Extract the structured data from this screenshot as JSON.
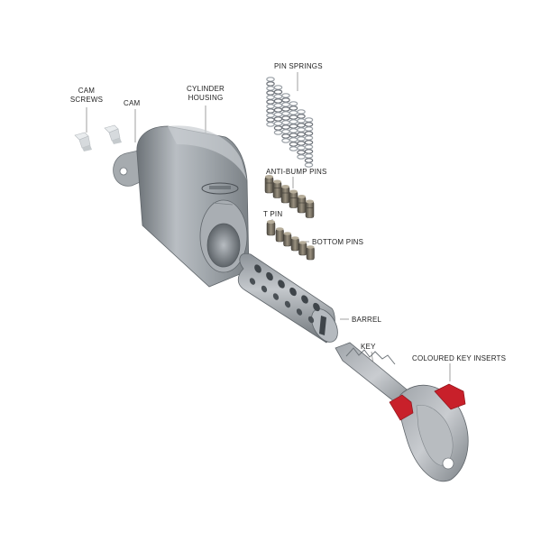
{
  "labels": {
    "cam_screws": [
      "CAM",
      "SCREWS"
    ],
    "cam": "CAM",
    "cylinder_housing": [
      "CYLINDER",
      "HOUSING"
    ],
    "pin_springs": "PIN SPRINGS",
    "anti_bump_pins": "ANTI-BUMP PINS",
    "t_pin": "T PIN",
    "bottom_pins": "BOTTOM PINS",
    "barrel": "BARREL",
    "key": "KEY",
    "coloured_key_inserts": "COLOURED KEY INSERTS"
  },
  "colors": {
    "metal": "#9aa0a6",
    "brass": "#7a6f5c",
    "key_insert": "#c8202a",
    "leader": "#888888",
    "text": "#1f1f1f"
  }
}
